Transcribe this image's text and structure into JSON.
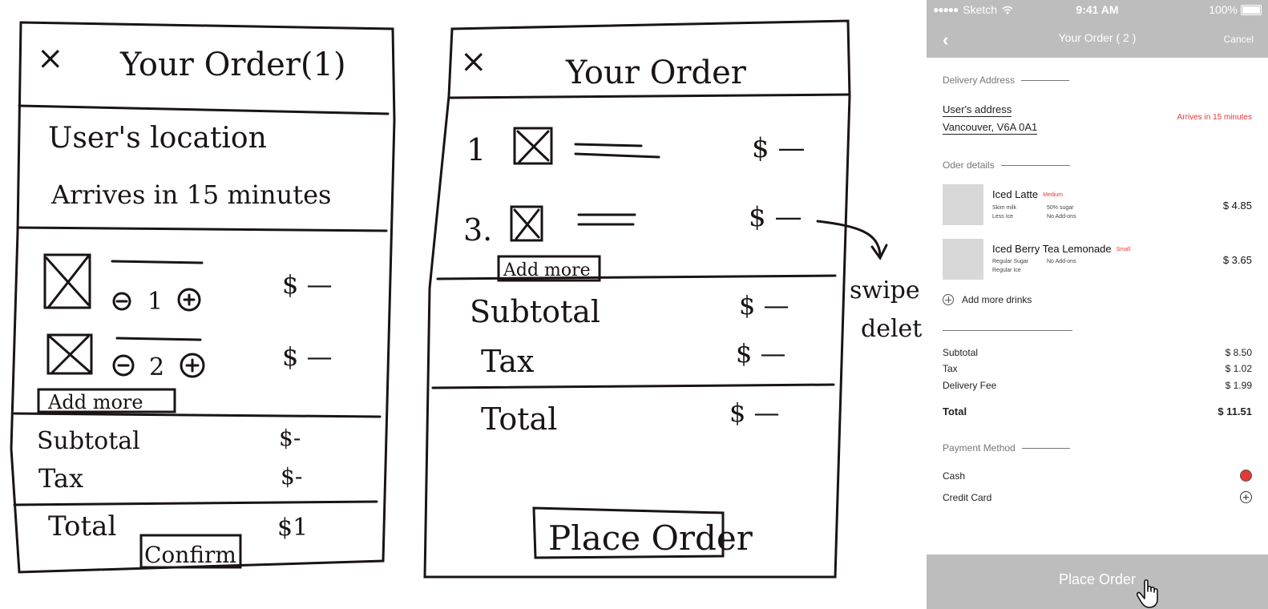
{
  "sketch1": {
    "title": "Your Order(1)",
    "close": "×",
    "location": "User's location",
    "arrives": "Arrives in 15 minutes",
    "items": [
      {
        "qty": "1",
        "price": "$ —"
      },
      {
        "qty": "2",
        "price": "$ —"
      }
    ],
    "add_more": "Add more",
    "subtotal": "Subtotal",
    "subtotal_price": "$-",
    "tax": "Tax",
    "tax_price": "$-",
    "total": "Total",
    "total_price": "$1",
    "confirm": "Confirm"
  },
  "sketch2": {
    "title": "Your Order",
    "close": "×",
    "items": [
      {
        "num": "1",
        "price": "$ —"
      },
      {
        "num": "3.",
        "price": "$ —"
      }
    ],
    "add_more": "Add more",
    "subtotal": "Subtotal",
    "subtotal_price": "$ —",
    "tax": "Tax",
    "tax_price": "$ —",
    "total": "Total",
    "total_price": "$ —",
    "place_order": "Place Order",
    "annotation_1": "swipe",
    "annotation_2": "delet"
  },
  "phone": {
    "status": {
      "carrier": "Sketch",
      "signal": "●●●●●",
      "time": "9:41 AM",
      "battery": "100%"
    },
    "nav": {
      "back": "‹",
      "title": "Your Order ( 2 )",
      "cancel": "Cancel"
    },
    "delivery": {
      "label": "Delivery Address",
      "line1": "User's address",
      "line2": "Vancouver,  V6A 0A1",
      "arrives": "Arrives in 15 minutes"
    },
    "order": {
      "label": "Oder details",
      "items": [
        {
          "name": "Iced Latte",
          "size": "Medium",
          "opt1": "Skim milk",
          "opt2": "50% sugar",
          "opt3": "Less Ice",
          "opt4": "No Add-ons",
          "price": "$ 4.85"
        },
        {
          "name": "Iced Berry Tea Lemonade",
          "size": "Small",
          "opt1": "Regular Sugar",
          "opt2": "No Add-ons",
          "opt3": "Regular Ice",
          "opt4": "",
          "price": "$ 3.65"
        }
      ],
      "add_more": "Add more drinks"
    },
    "totals": {
      "subtotal_label": "Subtotal",
      "subtotal": "$ 8.50",
      "tax_label": "Tax",
      "tax": "$ 1.02",
      "fee_label": "Delivery Fee",
      "fee": "$ 1.99",
      "total_label": "Total",
      "total": "$ 11.51"
    },
    "payment": {
      "label": "Payment Method",
      "cash": "Cash",
      "card": "Credit Card"
    },
    "place_order": "Place Order",
    "accent": "#e53935"
  }
}
